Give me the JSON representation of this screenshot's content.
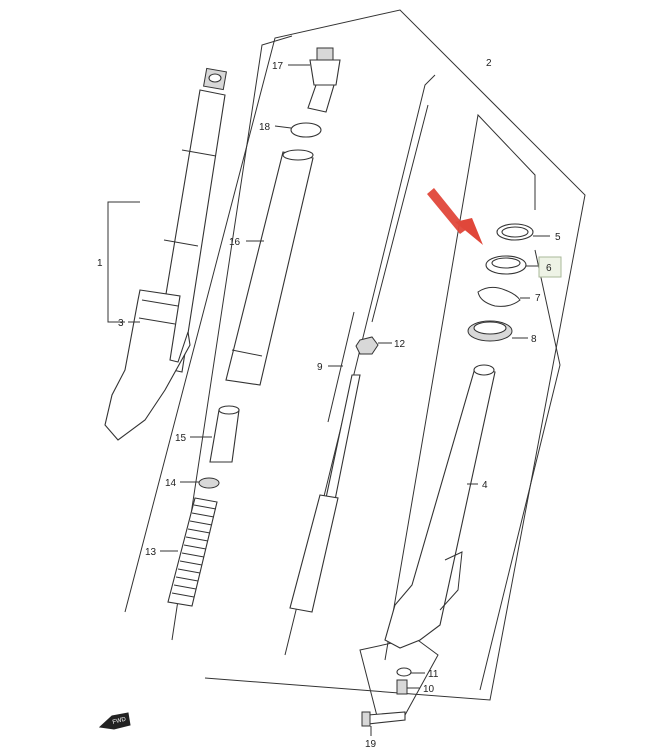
{
  "callouts": [
    {
      "id": "c1",
      "text": "1"
    },
    {
      "id": "c2",
      "text": "2"
    },
    {
      "id": "c3",
      "text": "3"
    },
    {
      "id": "c4",
      "text": "4"
    },
    {
      "id": "c5",
      "text": "5"
    },
    {
      "id": "c6",
      "text": "6"
    },
    {
      "id": "c7",
      "text": "7"
    },
    {
      "id": "c8",
      "text": "8"
    },
    {
      "id": "c9",
      "text": "9"
    },
    {
      "id": "c10",
      "text": "10"
    },
    {
      "id": "c11",
      "text": "11"
    },
    {
      "id": "c12",
      "text": "12"
    },
    {
      "id": "c13",
      "text": "13"
    },
    {
      "id": "c14",
      "text": "14"
    },
    {
      "id": "c15",
      "text": "15"
    },
    {
      "id": "c16",
      "text": "16"
    },
    {
      "id": "c17",
      "text": "17"
    },
    {
      "id": "c18",
      "text": "18"
    },
    {
      "id": "c19",
      "text": "19"
    }
  ],
  "fwd_badge": "FWD",
  "highlighted_callout": "6",
  "colors": {
    "arrow": "#e0473a",
    "highlight_box": "#eef3e6",
    "line": "#333333"
  },
  "icons": [
    "red-pointer-arrow-icon",
    "fwd-arrow-icon"
  ]
}
